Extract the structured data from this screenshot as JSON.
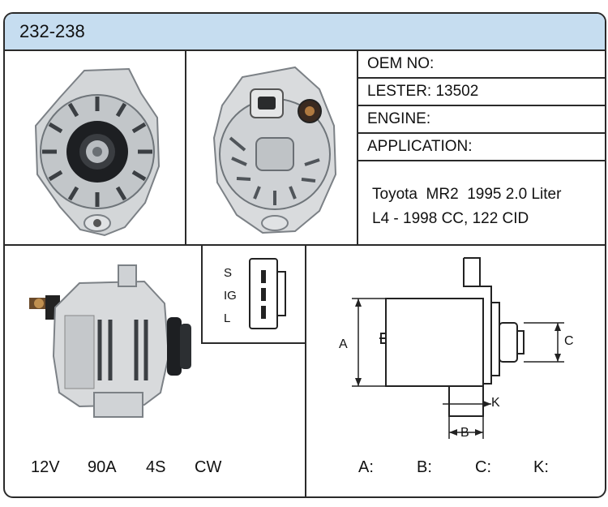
{
  "title": "232-238",
  "fields": {
    "oem": "OEM NO:",
    "lester": "LESTER: 13502",
    "engine": "ENGINE:",
    "application": "APPLICATION:"
  },
  "application_lines": [
    "Toyota  MR2  1995 2.0 Liter",
    "L4 - 1998 CC, 122 CID"
  ],
  "plug_pins": [
    "S",
    "IG",
    "L"
  ],
  "specs": [
    "12V",
    "90A",
    "4S",
    "CW"
  ],
  "dims": [
    "A:",
    "B:",
    "C:",
    "K:"
  ],
  "diagram_letters": {
    "a": "A",
    "b": "B",
    "c": "C",
    "k": "K"
  },
  "colors": {
    "header_bg": "#c6ddf0",
    "border": "#2a2a2a"
  }
}
